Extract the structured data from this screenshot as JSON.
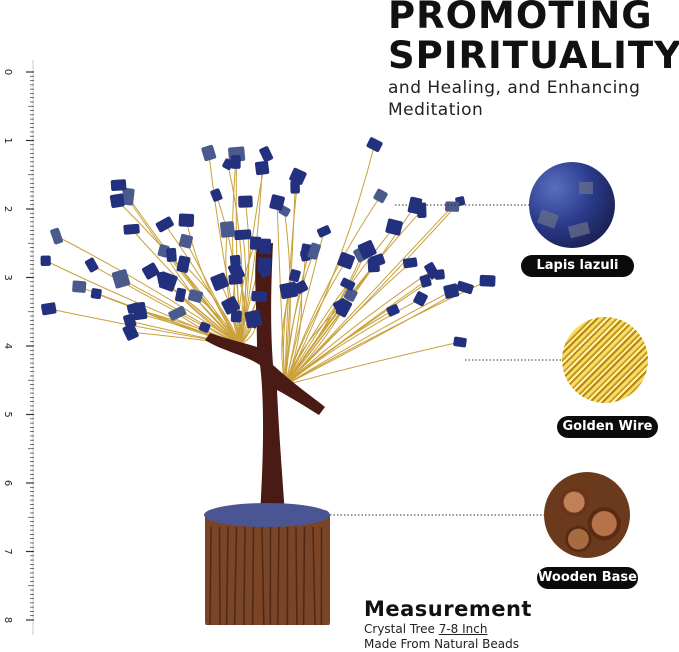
{
  "headline": {
    "line1": "PROMOTING",
    "line2": "SPIRITUALITY",
    "sub1": "and Healing, and Enhancing",
    "sub2": "Meditation"
  },
  "ruler": {
    "unit_tick_labels": [
      "0",
      "1",
      "2",
      "3",
      "4",
      "5",
      "6",
      "7",
      "8"
    ]
  },
  "features": [
    {
      "label": "Lapis lazuli",
      "icon": "lapis-stones-swatch",
      "color": "#2a3a8a"
    },
    {
      "label": "Golden Wire",
      "icon": "golden-wire-swatch",
      "color": "#e0b52a"
    },
    {
      "label": "Wooden Base",
      "icon": "wooden-base-swatch",
      "color": "#8a4a25"
    }
  ],
  "measurement": {
    "title": "Measurement",
    "line1_prefix": "Crystal Tree ",
    "line1_size": "7-8 Inch",
    "line2": "Made From Natural Beads"
  },
  "colors": {
    "stone": "#23307d",
    "wire": "#c9a13a",
    "trunk": "#4a1a14"
  }
}
